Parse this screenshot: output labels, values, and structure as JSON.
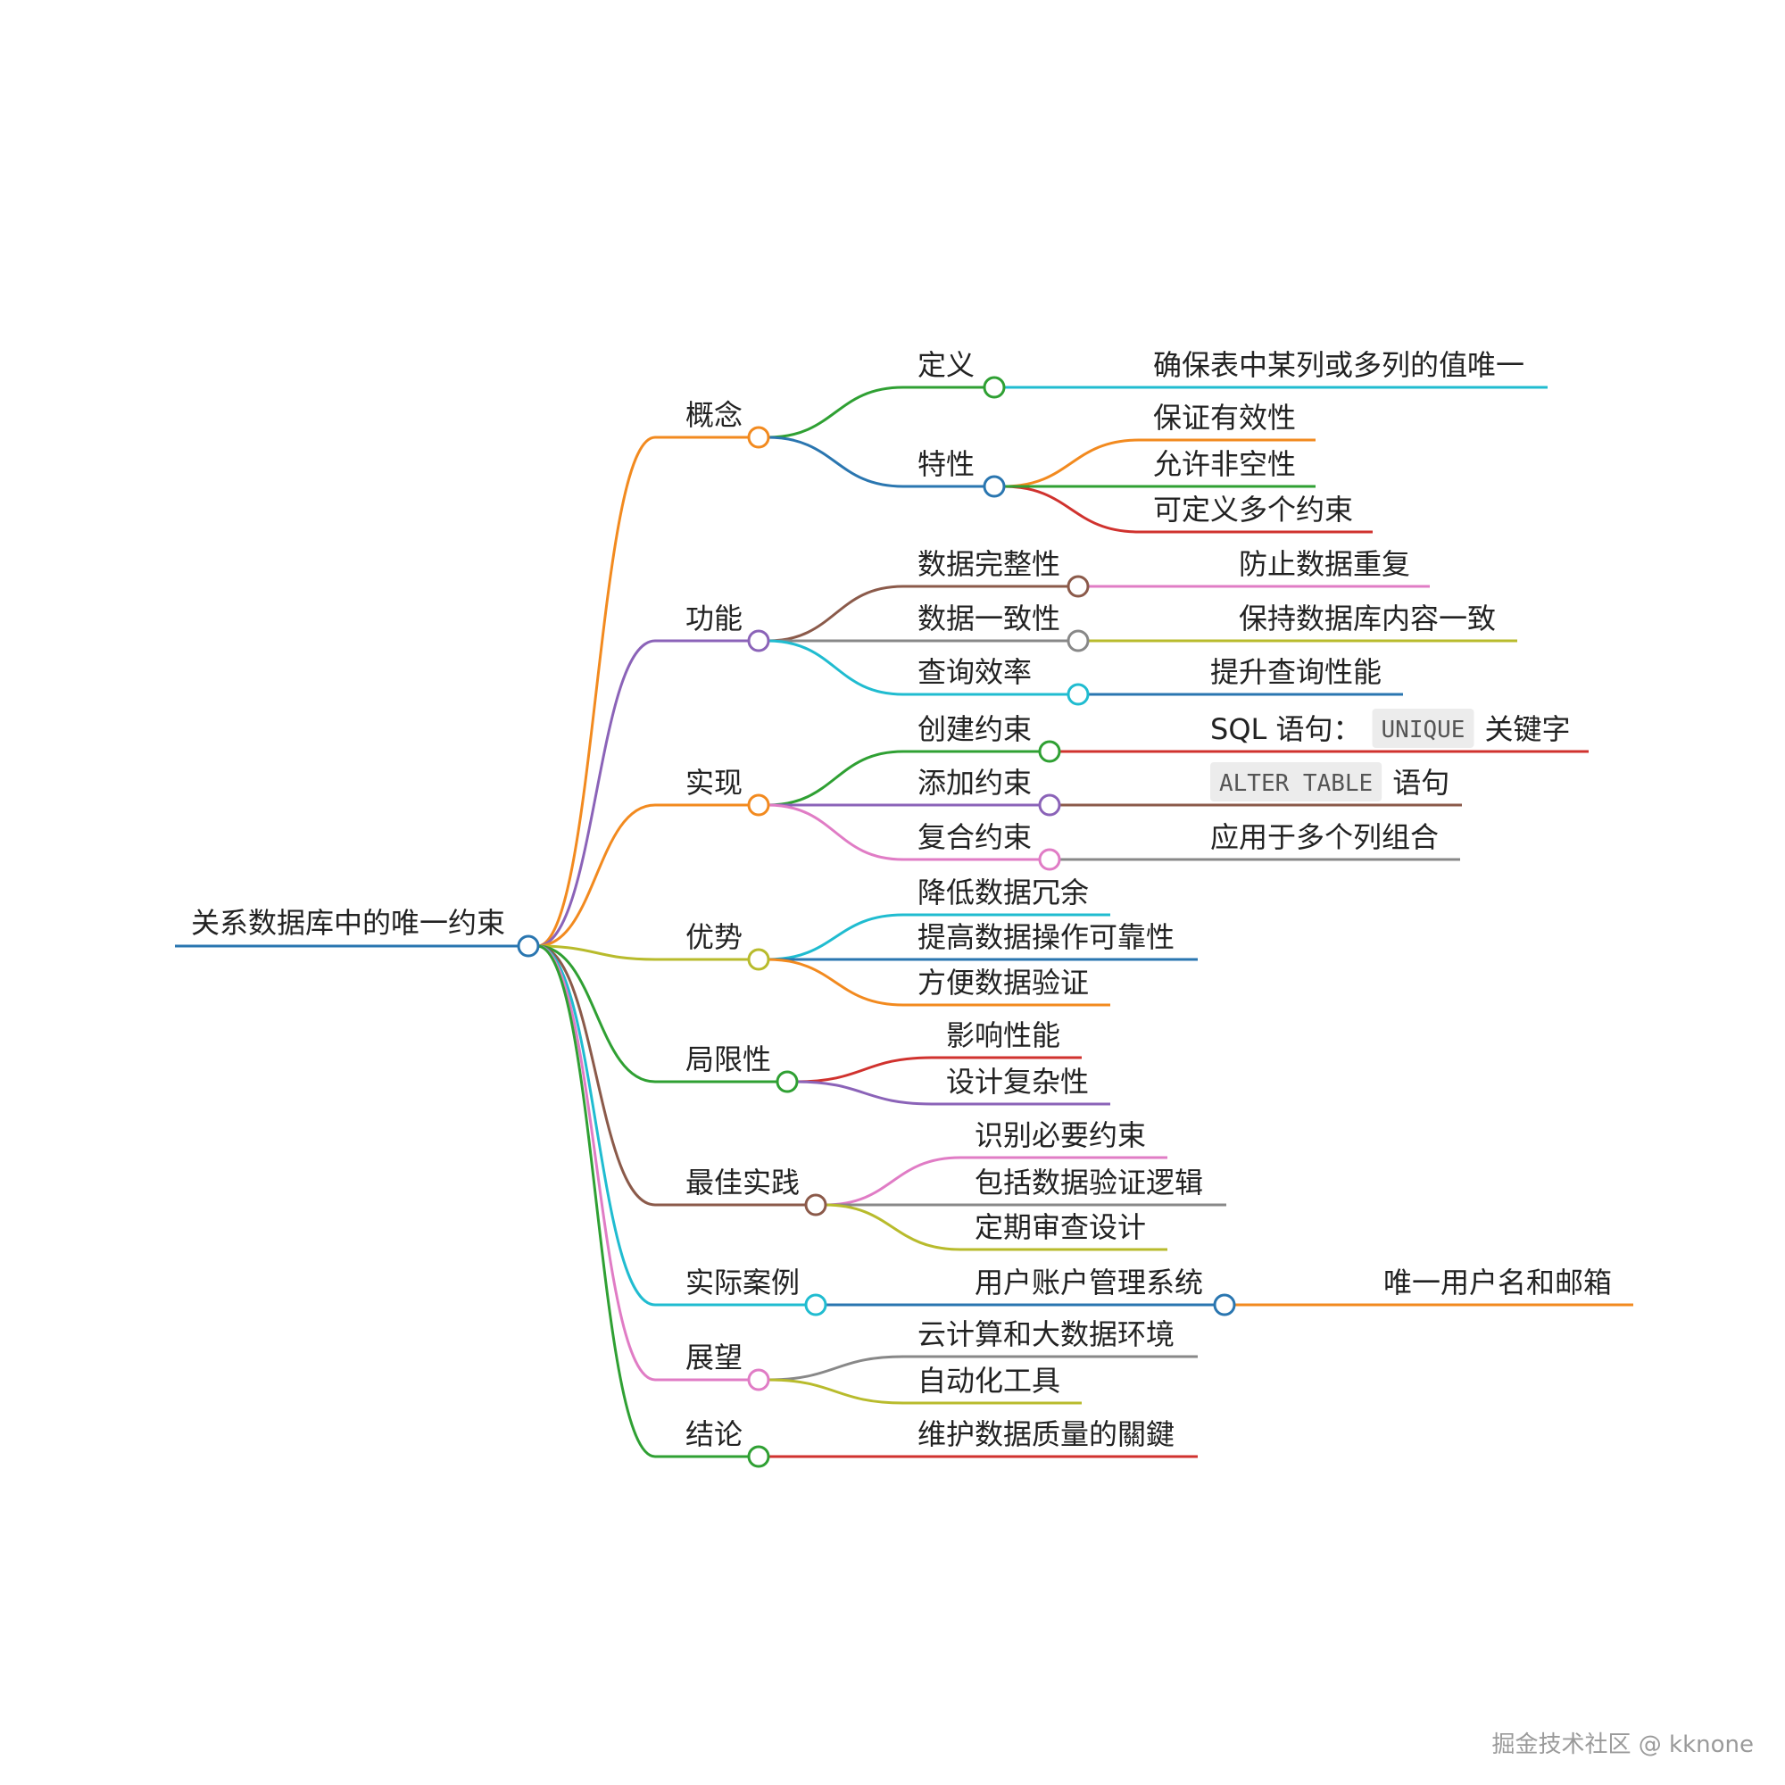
{
  "colors": {
    "orange": "#f28a1f",
    "purple": "#8b63b8",
    "olive": "#b8bb2c",
    "green": "#2fa033",
    "brown": "#8b5a4a",
    "cyan": "#20bcd0",
    "pink": "#e07cc5",
    "blue": "#2a76b0",
    "gray": "#888888",
    "red": "#d0322e",
    "root": "#2a76b0"
  },
  "mindmap": {
    "root": {
      "label": "关系数据库中的唯一约束",
      "color": "root"
    },
    "branches": [
      {
        "label": "概念",
        "color": "orange",
        "children": [
          {
            "label": "定义",
            "color": "green",
            "children": [
              {
                "label": "确保表中某列或多列的值唯一",
                "color": "cyan"
              }
            ]
          },
          {
            "label": "特性",
            "color": "blue",
            "children": [
              {
                "label": "保证有效性",
                "color": "orange"
              },
              {
                "label": "允许非空性",
                "color": "green"
              },
              {
                "label": "可定义多个约束",
                "color": "red"
              }
            ]
          }
        ]
      },
      {
        "label": "功能",
        "color": "purple",
        "children": [
          {
            "label": "数据完整性",
            "color": "brown",
            "children": [
              {
                "label": "防止数据重复",
                "color": "pink"
              }
            ]
          },
          {
            "label": "数据一致性",
            "color": "gray",
            "children": [
              {
                "label": "保持数据库内容一致",
                "color": "olive"
              }
            ]
          },
          {
            "label": "查询效率",
            "color": "cyan",
            "children": [
              {
                "label": "提升查询性能",
                "color": "blue"
              }
            ]
          }
        ]
      },
      {
        "label": "实现",
        "color": "orange",
        "children": [
          {
            "label": "创建约束",
            "color": "green",
            "children": [
              {
                "label": "SQL 语句：",
                "code": "UNIQUE",
                "suffix": "关键字",
                "color": "red"
              }
            ]
          },
          {
            "label": "添加约束",
            "color": "purple",
            "children": [
              {
                "label": "",
                "code": "ALTER TABLE",
                "suffix": "语句",
                "color": "brown"
              }
            ]
          },
          {
            "label": "复合约束",
            "color": "pink",
            "children": [
              {
                "label": "应用于多个列组合",
                "color": "gray"
              }
            ]
          }
        ]
      },
      {
        "label": "优势",
        "color": "olive",
        "children": [
          {
            "label": "降低数据冗余",
            "color": "cyan"
          },
          {
            "label": "提高数据操作可靠性",
            "color": "blue"
          },
          {
            "label": "方便数据验证",
            "color": "orange"
          }
        ]
      },
      {
        "label": "局限性",
        "color": "green",
        "children": [
          {
            "label": "影响性能",
            "color": "red"
          },
          {
            "label": "设计复杂性",
            "color": "purple"
          }
        ]
      },
      {
        "label": "最佳实践",
        "color": "brown",
        "children": [
          {
            "label": "识别必要约束",
            "color": "pink"
          },
          {
            "label": "包括数据验证逻辑",
            "color": "gray"
          },
          {
            "label": "定期审查设计",
            "color": "olive"
          }
        ]
      },
      {
        "label": "实际案例",
        "color": "cyan",
        "children": [
          {
            "label": "用户账户管理系统",
            "color": "blue",
            "children": [
              {
                "label": "唯一用户名和邮箱",
                "color": "orange"
              }
            ]
          }
        ]
      },
      {
        "label": "展望",
        "color": "pink",
        "children": [
          {
            "label": "云计算和大数据环境",
            "color": "gray"
          },
          {
            "label": "自动化工具",
            "color": "olive"
          }
        ]
      },
      {
        "label": "结论",
        "color": "green",
        "children": [
          {
            "label": "维护数据质量的關鍵",
            "color": "red"
          }
        ]
      }
    ]
  },
  "watermark": "掘金技术社区 @ kknone"
}
